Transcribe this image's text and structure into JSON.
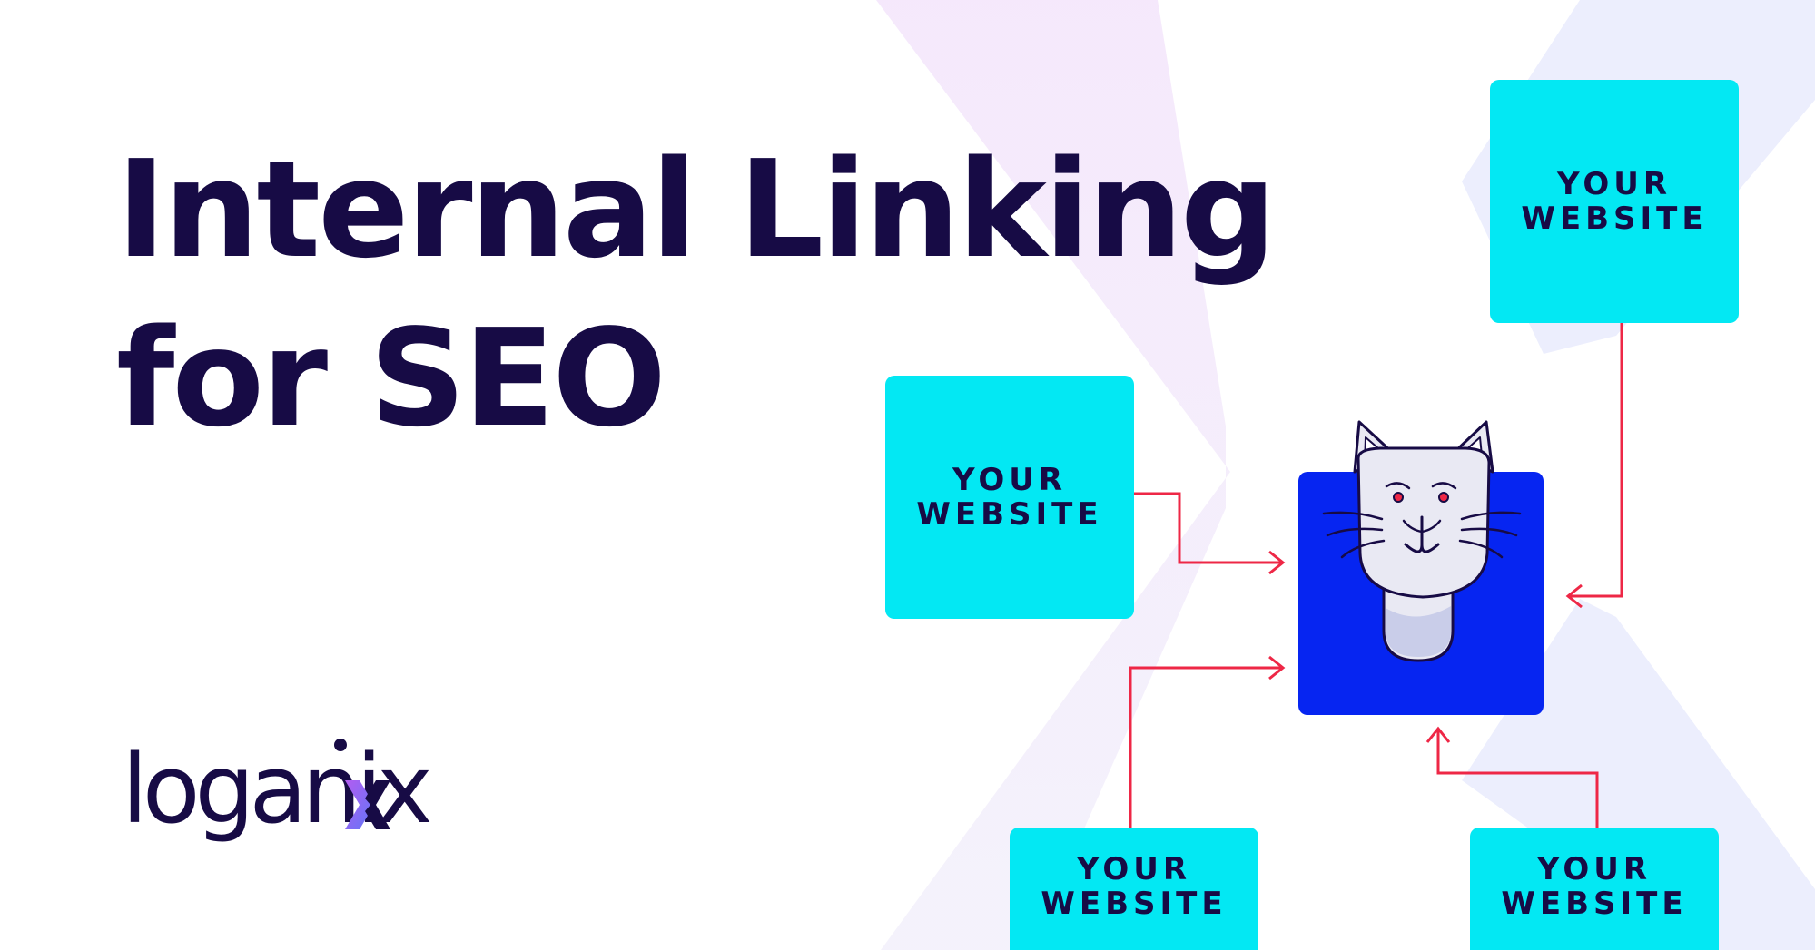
{
  "headline": {
    "line1": "Internal Linking",
    "line2": "for SEO"
  },
  "logo": {
    "text": "loganix",
    "icon": "x-chevron-logo-icon"
  },
  "website_boxes": [
    {
      "line1": "YOUR",
      "line2": "WEBSITE"
    },
    {
      "line1": "YOUR",
      "line2": "WEBSITE"
    },
    {
      "line1": "YOUR",
      "line2": "WEBSITE"
    },
    {
      "line1": "YOUR",
      "line2": "WEBSITE"
    }
  ],
  "central_icon": "cat-face-icon",
  "colors": {
    "text_dark": "#170b45",
    "website_box": "#03e8f3",
    "central_box": "#0625f1",
    "arrow": "#ee2746",
    "bg_shape_purple": "#f6e9fb",
    "bg_shape_blue": "#eceefd"
  }
}
